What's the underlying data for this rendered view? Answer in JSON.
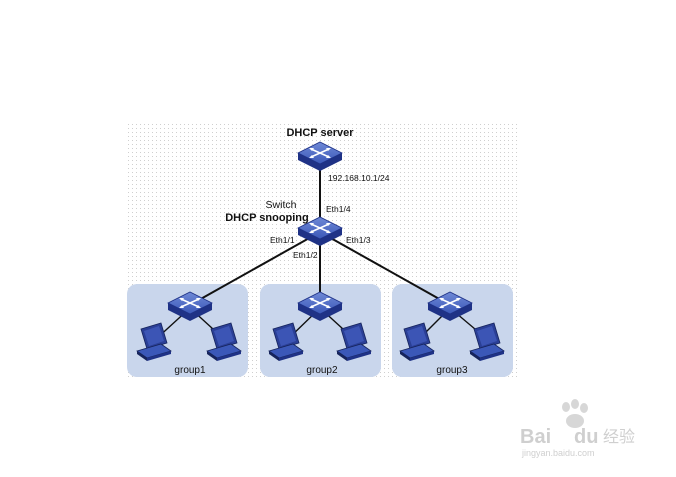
{
  "server": {
    "title": "DHCP server",
    "ip": "192.168.10.1/24"
  },
  "core": {
    "name": "Switch",
    "feature": "DHCP snooping"
  },
  "ports": {
    "uplink": "Eth1/4",
    "p1": "Eth1/1",
    "p2": "Eth1/2",
    "p3": "Eth1/3"
  },
  "groups": [
    {
      "label": "group1"
    },
    {
      "label": "group2"
    },
    {
      "label": "group3"
    }
  ],
  "watermark": {
    "brand": "Bai",
    "brand2": "du",
    "cn": "经验",
    "url": "jingyan.baidu.com"
  },
  "colors": {
    "switch": "#3b58b8",
    "switch_dark": "#1f3286",
    "group_bg": "#c9d6ec",
    "link": "#111111"
  }
}
